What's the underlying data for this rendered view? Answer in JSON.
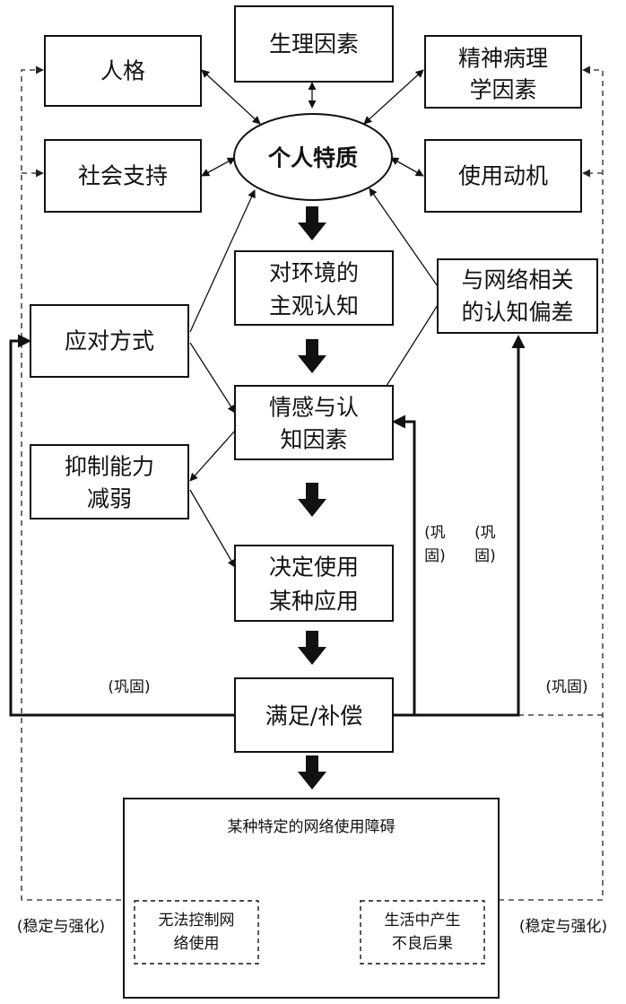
{
  "nodes": {
    "physiology": "生理因素",
    "personality": "人格",
    "psychopathology_line1": "精神病理",
    "psychopathology_line2": "学因素",
    "social_support": "社会支持",
    "personal_traits": "个人特质",
    "usage_motivation": "使用动机",
    "perception_line1": "对环境的",
    "perception_line2": "主观认知",
    "bias_line1": "与网络相关",
    "bias_line2": "的认知偏差",
    "coping": "应对方式",
    "affect_line1": "情感与认",
    "affect_line2": "知因素",
    "inhibition_line1": "抑制能力",
    "inhibition_line2": "减弱",
    "decision_line1": "决定使用",
    "decision_line2": "某种应用",
    "gratification": "满足/补偿",
    "disorder_title": "某种特定的网络使用障碍",
    "loss_control_line1": "无法控制网",
    "loss_control_line2": "络使用",
    "consequences_line1": "生活中产生",
    "consequences_line2": "不良后果"
  },
  "labels": {
    "consolidate": "(巩固)",
    "consolidate_vertical_1": "(巩",
    "consolidate_vertical_2": "固)",
    "stabilize": "(稳定与强化)"
  }
}
